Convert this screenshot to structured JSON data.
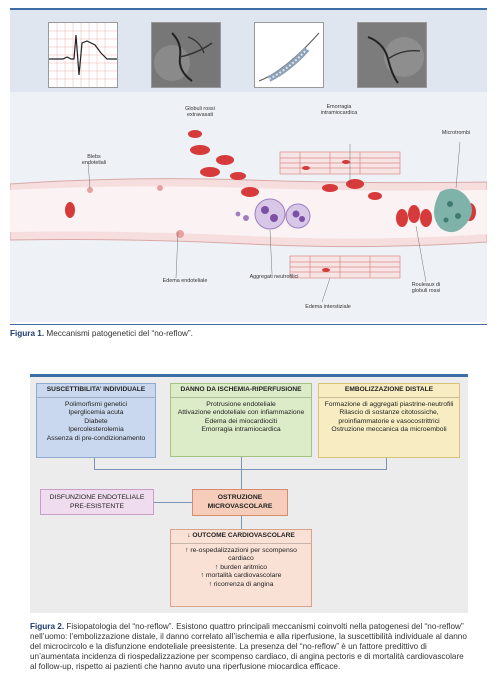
{
  "figure1": {
    "labels": {
      "blebs": "Blebs endoteliali",
      "rbc_extravasated": "Globuli rossi extravasati",
      "hemorrhage": "Emorragia intramiocardica",
      "microthrombi": "Microtrombi",
      "edema_endothelial": "Edema endoteliale",
      "neutrophil_aggregates": "Aggregati neutrofilici",
      "rouleaux": "Rouleaux di globuli rossi",
      "edema_interstitial": "Edema interstiziale"
    },
    "caption_label": "Figura 1.",
    "caption_text": " Meccanismi patogenetici del “no-reflow”."
  },
  "figure2": {
    "boxes": {
      "susceptibility": {
        "title": "SUSCETTIBILITA’ INDIVIDUALE",
        "items": [
          "Polimorfismi genetici",
          "Iperglicemia acuta",
          "Diabete",
          "Ipercolesterolemia",
          "Assenza di pre-condizionamento"
        ],
        "color": "#c9d8ee"
      },
      "ischemia": {
        "title": "DANNO DA ISCHEMIA-RIPERFUSIONE",
        "items": [
          "Protrusione endoteliale",
          "Attivazione endoteliale con infiammazione",
          "Edema dei miocardiociti",
          "Emorragia intramiocardica"
        ],
        "color": "#dcebc8"
      },
      "embolization": {
        "title": "EMBOLIZZAZIONE DISTALE",
        "items": [
          "Formazione di aggregati piastrine-neutrofili",
          "Rilascio di sostanze citotossiche, proinfiammatorie e vasocostrittrici",
          "Ostruzione meccanica da microemboli"
        ],
        "color": "#f8ecc2"
      },
      "dysfunction": {
        "text": "DISFUNZIONE ENDOTELIALE PRE-ESISTENTE",
        "color": "#efdcef"
      },
      "obstruction": {
        "text": "OSTRUZIONE MICROVASCOLARE",
        "color": "#f6cdbb"
      },
      "outcome": {
        "title": "↓ OUTCOME CARDIOVASCOLARE",
        "items": [
          "↑ re-ospedalizzazioni per scompenso cardiaco",
          "↑ burden aritmico",
          "↑ mortalità cardiovascolare",
          "↑ ricorrenza di angina"
        ],
        "color": "#f9e1d6"
      }
    },
    "caption_label": "Figura 2.",
    "caption_text": " Fisiopatologia del “no-reflow”. Esistono quattro principali meccanismi coinvolti nella patogenesi del “no-reflow” nell’uomo: l’embolizzazione distale, il danno correlato all’ischemia e alla riperfusione, la suscettibilità individuale al danno del microcircolo e la disfunzione endoteliale preesistente. La presenza del “no-reflow” è un fattore predittivo di un’aumentata incidenza di riospedalizzazione per scompenso cardiaco, di angina pectoris e di mortalità cardiovascolare al follow-up, rispetto ai pazienti che hanno avuto una riperfusione miocardica efficace."
  }
}
